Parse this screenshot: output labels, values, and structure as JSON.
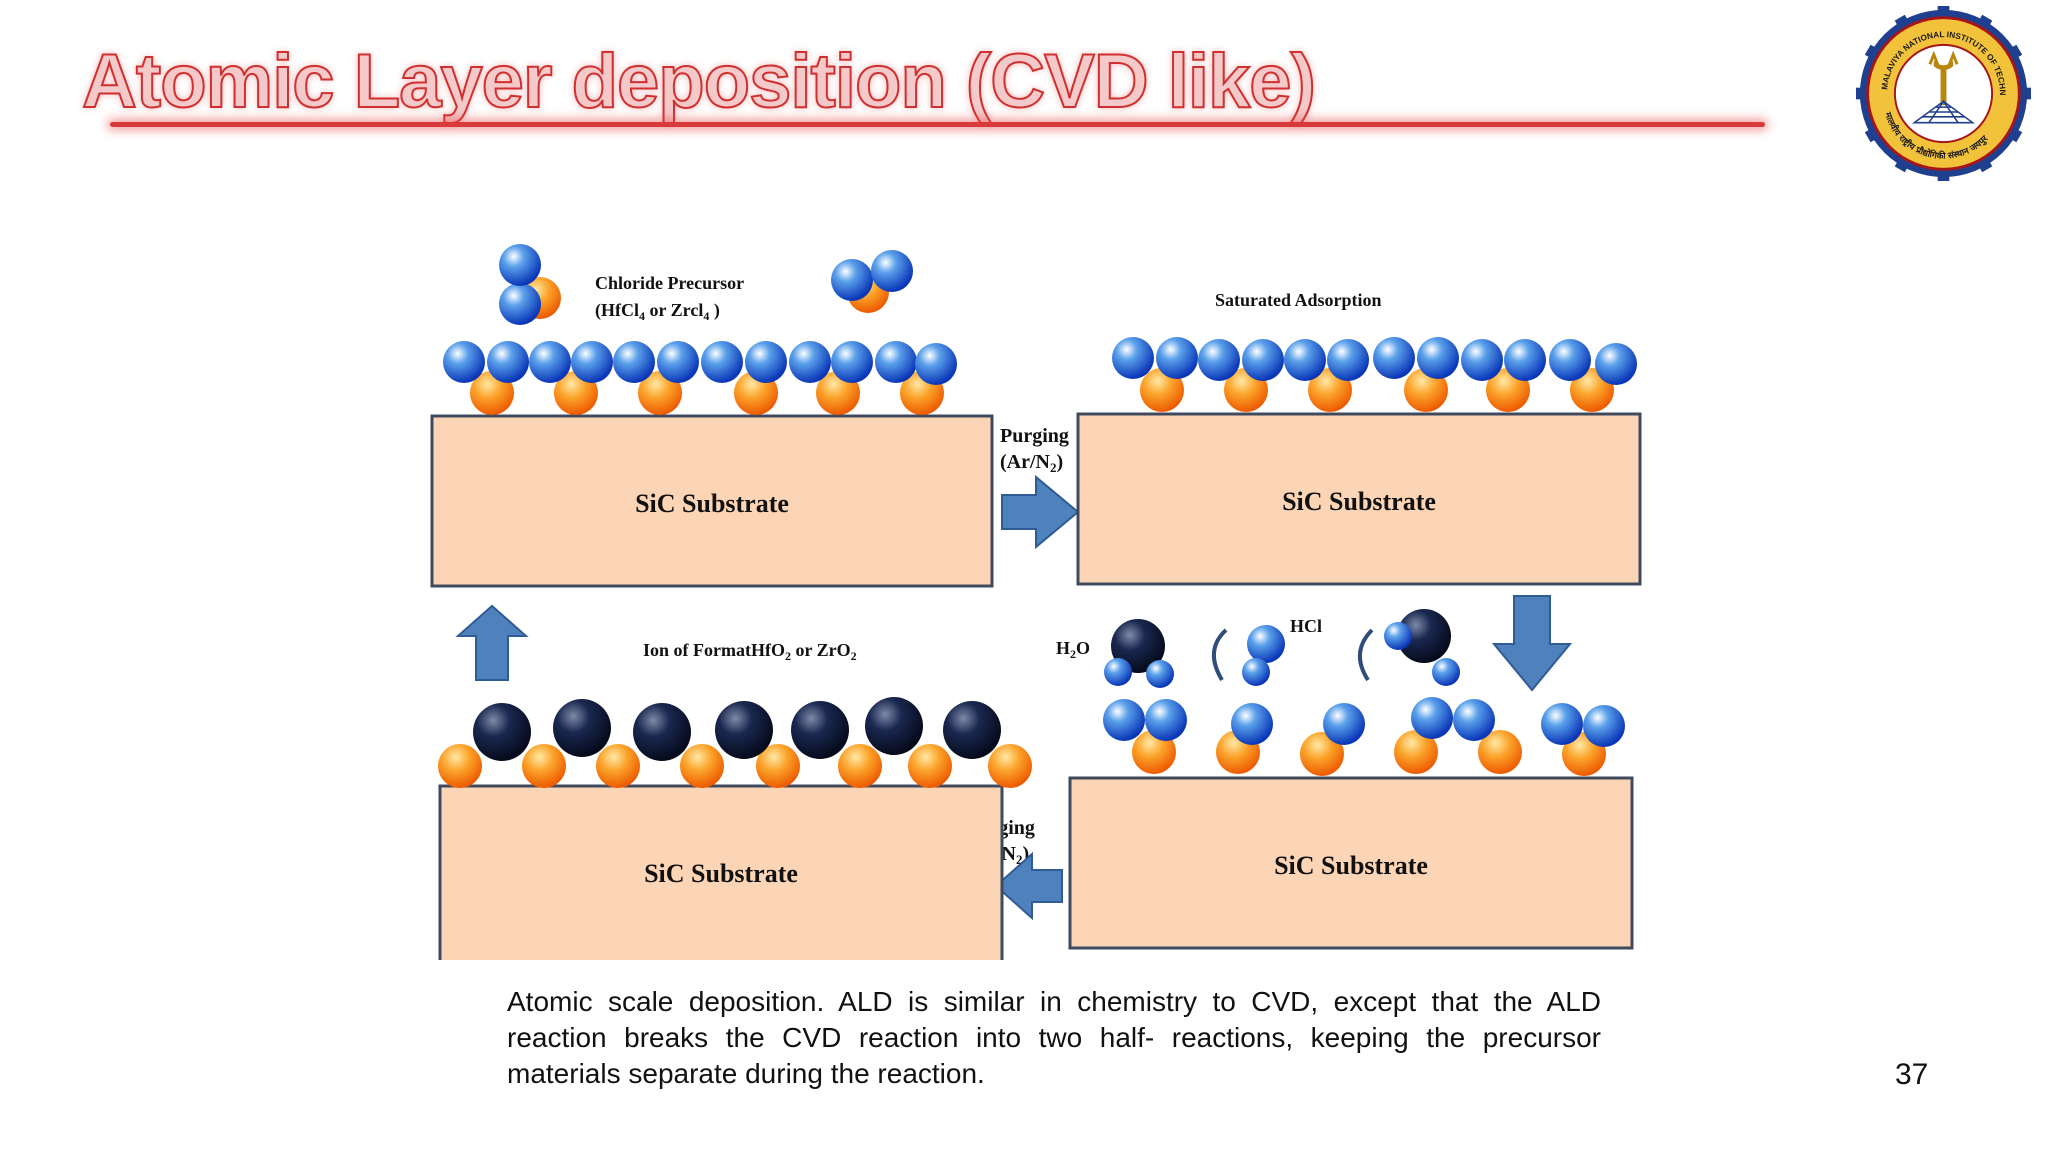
{
  "slide": {
    "title": "Atomic Layer deposition (CVD like)",
    "page_number": "37",
    "caption": "Atomic scale deposition. ALD is similar in chemistry to CVD, except that the ALD reaction breaks the CVD reaction into two half- reactions, keeping the precursor materials separate during the reaction."
  },
  "diagram": {
    "panel_top_left": {
      "substrate_label": "SiC Substrate",
      "precursor_label_line1": "Chloride Precursor",
      "precursor_label_line2_prefix": "(HfCl",
      "precursor_label_line2_sub1": "4",
      "precursor_label_line2_mid": " or Zrcl",
      "precursor_label_line2_sub2": "4",
      "precursor_label_line2_suffix": " )"
    },
    "panel_top_right": {
      "substrate_label": "SiC Substrate",
      "stage_label": "Saturated Adsorption"
    },
    "panel_bottom_right": {
      "substrate_label": "SiC Substrate",
      "water_label_prefix": "H",
      "water_label_sub": "2",
      "water_label_suffix": "O",
      "byproduct_label": "HCl"
    },
    "panel_bottom_left": {
      "substrate_label": "SiC Substrate",
      "stage_label_prefix": "Ion of FormatHfO",
      "stage_label_sub1": "2",
      "stage_label_mid": " or ZrO",
      "stage_label_sub2": "2"
    },
    "purge_top": {
      "line1": "Purging",
      "line2_prefix": "(Ar/N",
      "line2_sub": "2",
      "line2_suffix": ")"
    },
    "purge_bottom": {
      "line1": "Purging",
      "line2_prefix": "(Ar/N",
      "line2_sub": "2",
      "line2_suffix": ")"
    }
  },
  "colors": {
    "substrate_fill": "#fbd5b5",
    "arrow_blue": "#4f81bd",
    "title_outline": "#d0302f",
    "title_glow": "#d8393a"
  },
  "logo": {
    "text_top": "MALAVIYA NATIONAL INSTITUTE OF TECHNOLOGY JAIPUR",
    "text_bottom": "मालवीय राष्ट्रीय प्रौद्योगिकी संस्थान जयपुर"
  }
}
